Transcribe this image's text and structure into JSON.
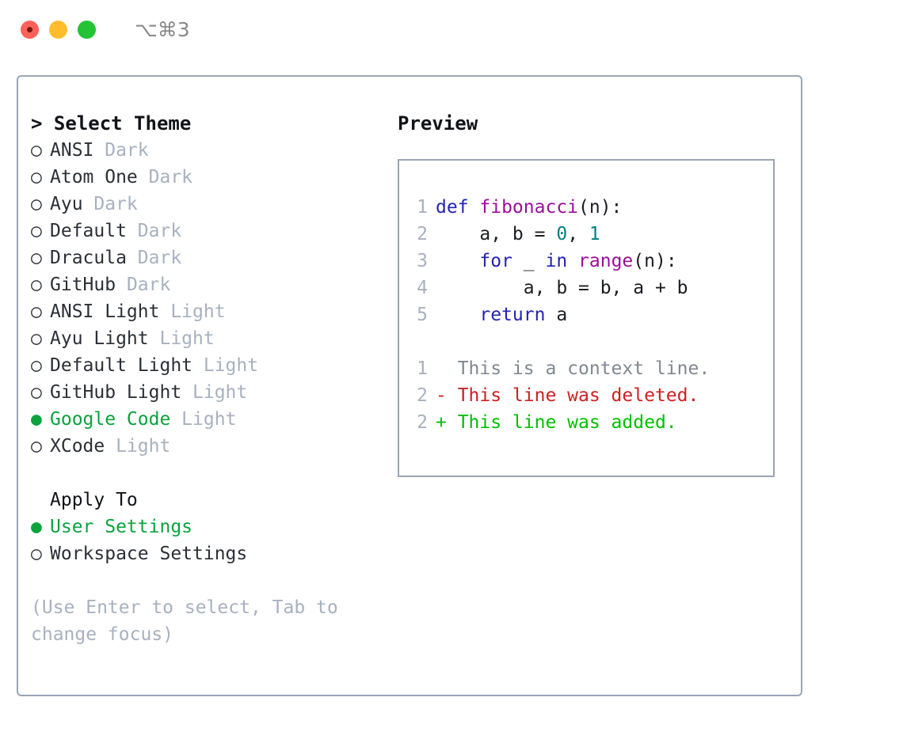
{
  "window": {
    "shortcut": "⌥⌘3",
    "traffic_lights": [
      "close",
      "minimize",
      "zoom"
    ]
  },
  "left_panel": {
    "heading": "> Select Theme",
    "themes": [
      {
        "bullet": "○",
        "name": "ANSI",
        "variant": "Dark",
        "selected": false
      },
      {
        "bullet": "○",
        "name": "Atom One",
        "variant": "Dark",
        "selected": false
      },
      {
        "bullet": "○",
        "name": "Ayu",
        "variant": "Dark",
        "selected": false
      },
      {
        "bullet": "○",
        "name": "Default",
        "variant": "Dark",
        "selected": false
      },
      {
        "bullet": "○",
        "name": "Dracula",
        "variant": "Dark",
        "selected": false
      },
      {
        "bullet": "○",
        "name": "GitHub",
        "variant": "Dark",
        "selected": false
      },
      {
        "bullet": "○",
        "name": "ANSI Light",
        "variant": "Light",
        "selected": false
      },
      {
        "bullet": "○",
        "name": "Ayu Light",
        "variant": "Light",
        "selected": false
      },
      {
        "bullet": "○",
        "name": "Default Light",
        "variant": "Light",
        "selected": false
      },
      {
        "bullet": "○",
        "name": "GitHub Light",
        "variant": "Light",
        "selected": false
      },
      {
        "bullet": "●",
        "name": "Google Code",
        "variant": "Light",
        "selected": true
      },
      {
        "bullet": "○",
        "name": "XCode",
        "variant": "Light",
        "selected": false
      }
    ],
    "apply_to": {
      "heading": "Apply To",
      "options": [
        {
          "bullet": "●",
          "name": "User Settings",
          "selected": true
        },
        {
          "bullet": "○",
          "name": "Workspace Settings",
          "selected": false
        }
      ]
    },
    "hint": "(Use Enter to select, Tab to change focus)"
  },
  "right_panel": {
    "heading": "Preview",
    "code_lines": [
      {
        "no": "1",
        "tokens": [
          {
            "t": "def ",
            "c": "kw"
          },
          {
            "t": "fibonacci",
            "c": "fn"
          },
          {
            "t": "(n):",
            "c": "plain"
          }
        ]
      },
      {
        "no": "2",
        "tokens": [
          {
            "t": "    a, b = ",
            "c": "plain"
          },
          {
            "t": "0",
            "c": "num"
          },
          {
            "t": ", ",
            "c": "plain"
          },
          {
            "t": "1",
            "c": "num"
          }
        ]
      },
      {
        "no": "3",
        "tokens": [
          {
            "t": "    ",
            "c": "plain"
          },
          {
            "t": "for",
            "c": "kw"
          },
          {
            "t": " _ ",
            "c": "plain"
          },
          {
            "t": "in",
            "c": "kw"
          },
          {
            "t": " ",
            "c": "plain"
          },
          {
            "t": "range",
            "c": "fn"
          },
          {
            "t": "(n):",
            "c": "plain"
          }
        ]
      },
      {
        "no": "4",
        "tokens": [
          {
            "t": "        a, b = b, a + b",
            "c": "plain"
          }
        ]
      },
      {
        "no": "5",
        "tokens": [
          {
            "t": "    ",
            "c": "plain"
          },
          {
            "t": "return",
            "c": "kw"
          },
          {
            "t": " a",
            "c": "plain"
          }
        ]
      }
    ],
    "diff_lines": [
      {
        "no": "1",
        "tokens": [
          {
            "t": "  This is a context line.",
            "c": "ctx"
          }
        ]
      },
      {
        "no": "2",
        "tokens": [
          {
            "t": "- This line was deleted.",
            "c": "del"
          }
        ]
      },
      {
        "no": "2",
        "tokens": [
          {
            "t": "+ This line was added.",
            "c": "add"
          }
        ]
      }
    ]
  },
  "colors": {
    "accent_green": "#0aa33c",
    "border": "#9aa5b5",
    "muted": "#a8b1bf",
    "keyword": "#2323b0",
    "function": "#9a0f9a",
    "number": "#047f7f",
    "diff_deleted": "#cc2222",
    "diff_added": "#00c000",
    "text": "#1b1d22"
  }
}
